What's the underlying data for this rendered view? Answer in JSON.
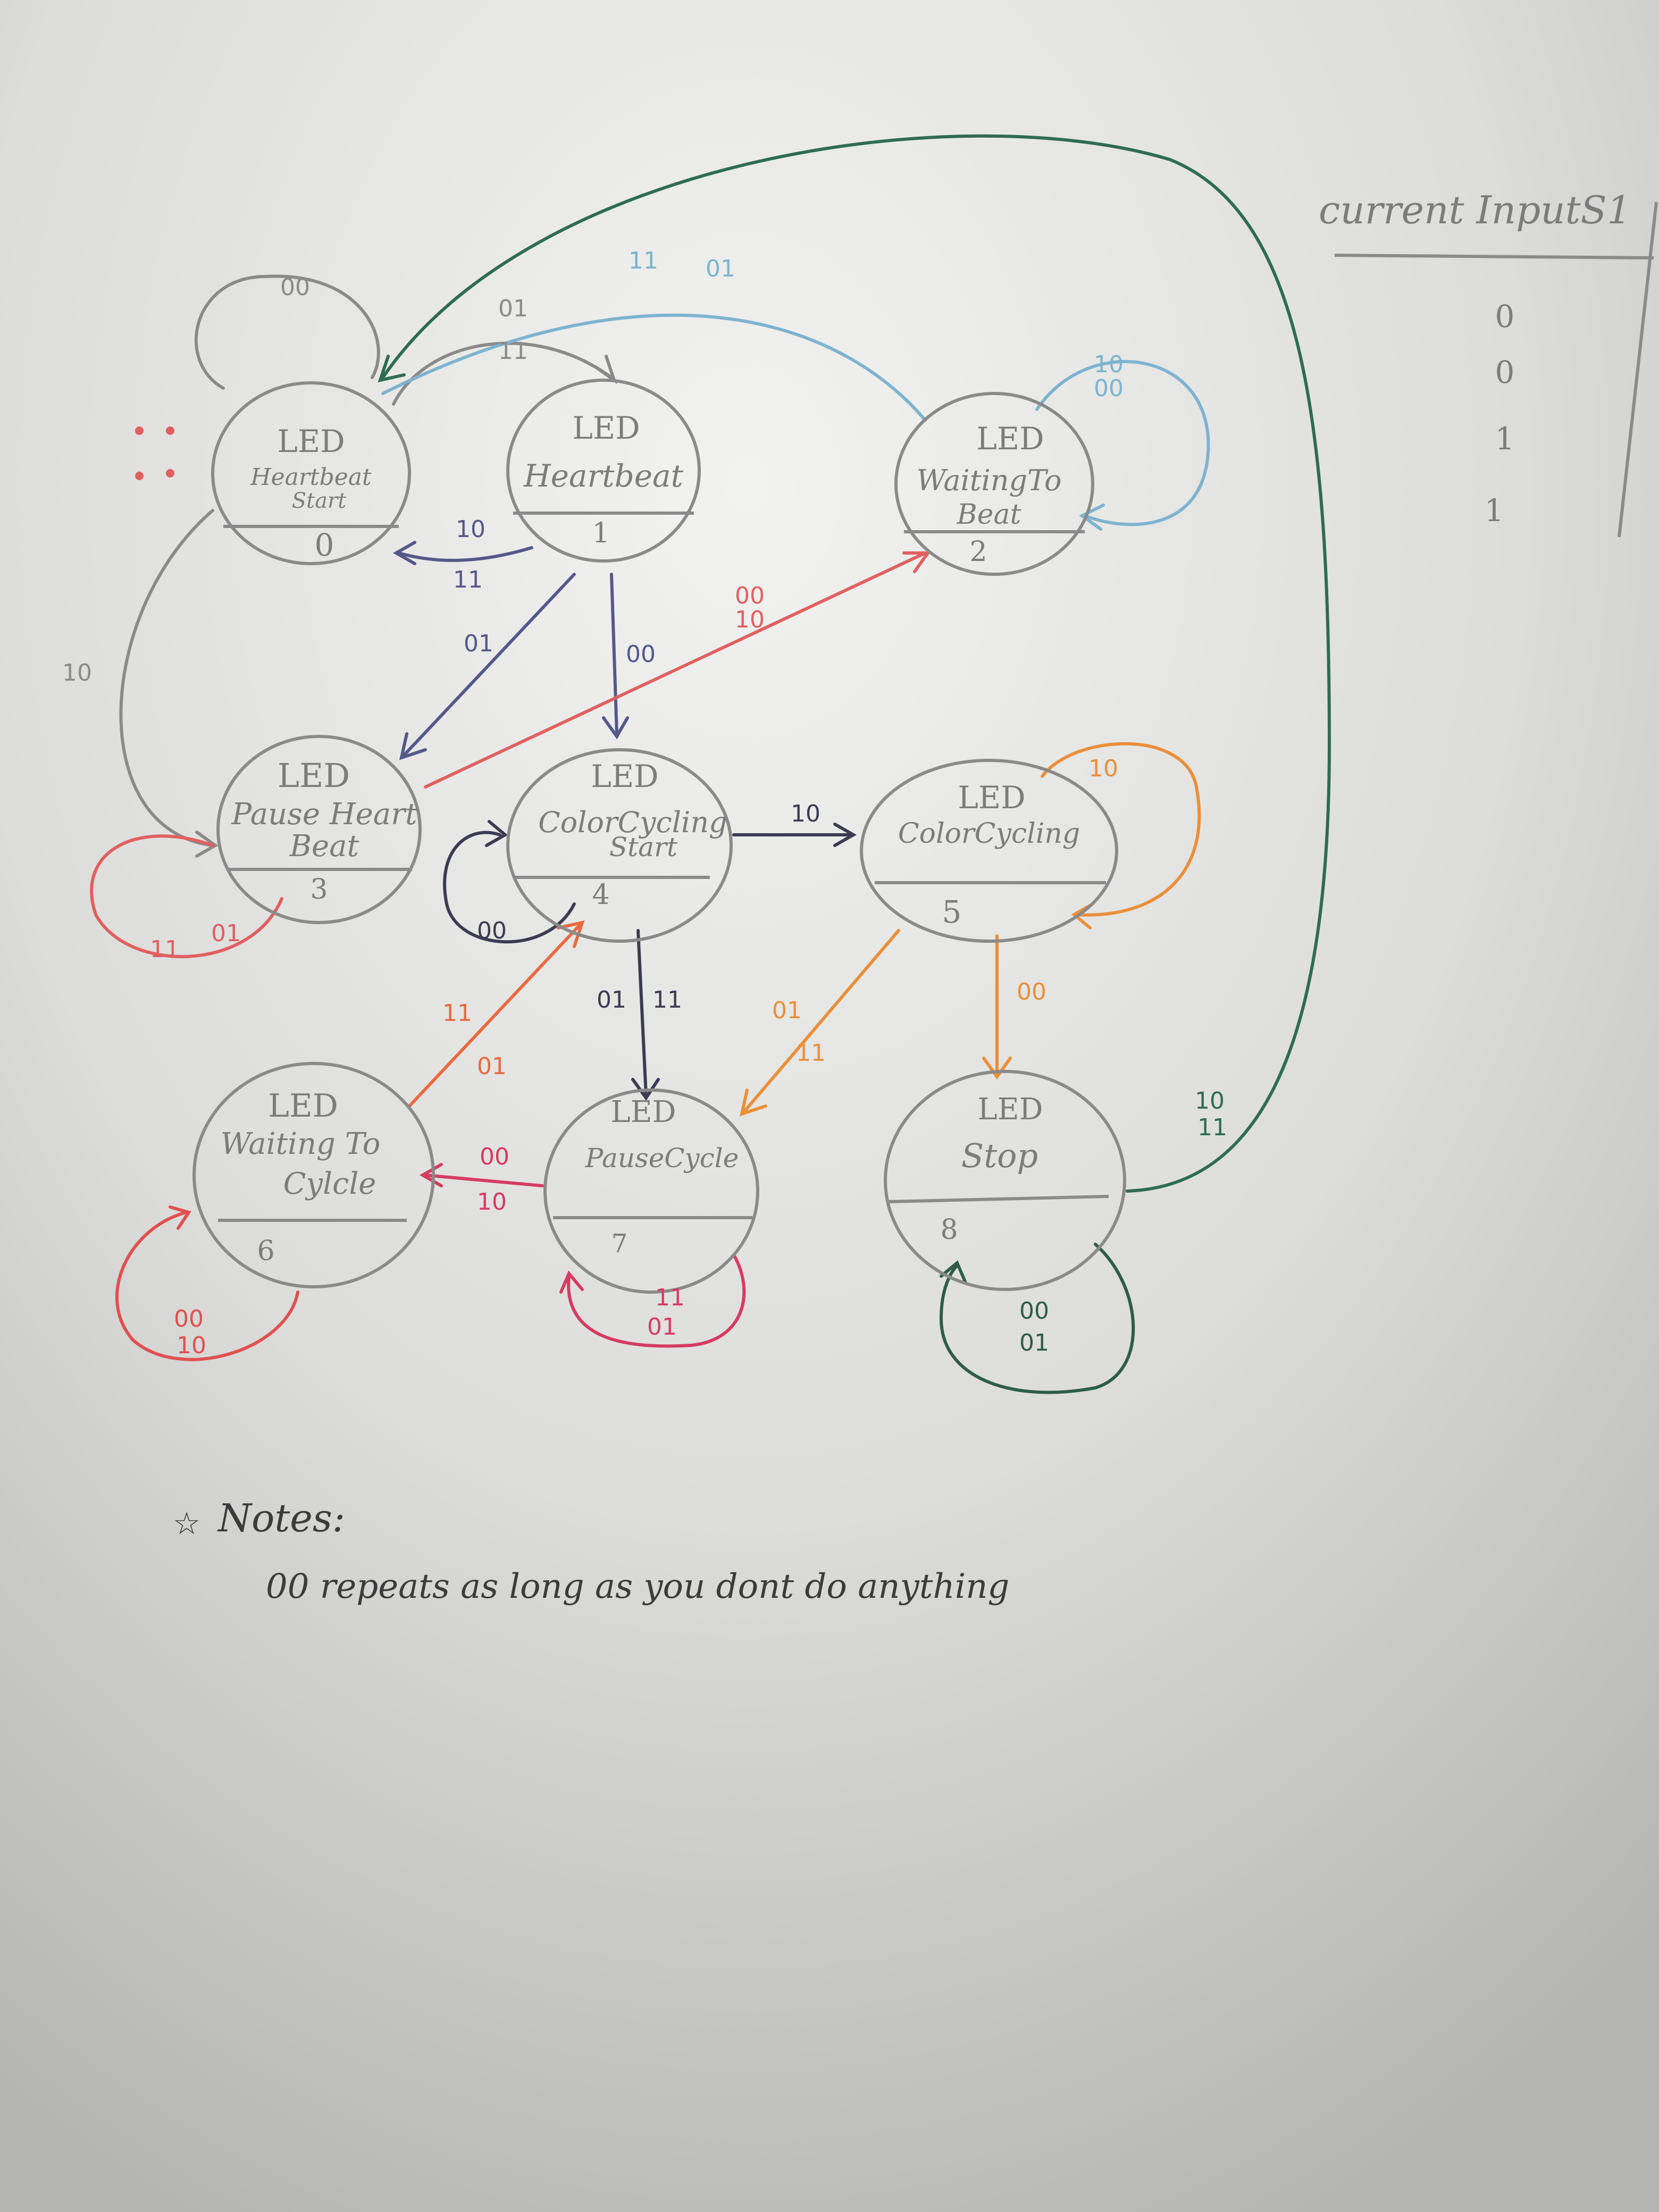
{
  "states": [
    {
      "id": "s0",
      "name_line1": "LED",
      "name_line2": "Heartbeat",
      "name_line3": "Start",
      "number": "0"
    },
    {
      "id": "s1",
      "name_line1": "LED",
      "name_line2": "Heartbeat",
      "name_line3": "",
      "number": "1"
    },
    {
      "id": "s2",
      "name_line1": "LED",
      "name_line2": "WaitingTo",
      "name_line3": "Beat",
      "number": "2"
    },
    {
      "id": "s3",
      "name_line1": "LED",
      "name_line2": "Pause Heart",
      "name_line3": "Beat",
      "number": "3"
    },
    {
      "id": "s4",
      "name_line1": "LED",
      "name_line2": "ColorCycling",
      "name_line3": "Start",
      "number": "4"
    },
    {
      "id": "s5",
      "name_line1": "LED",
      "name_line2": "ColorCycling",
      "name_line3": "",
      "number": "5"
    },
    {
      "id": "s6",
      "name_line1": "LED",
      "name_line2": "Waiting To",
      "name_line3": "Cylcle",
      "number": "6"
    },
    {
      "id": "s7",
      "name_line1": "LED",
      "name_line2": "PauseCycle",
      "name_line3": "",
      "number": "7"
    },
    {
      "id": "s8",
      "name_line1": "LED",
      "name_line2": "Stop",
      "name_line3": "",
      "number": "8"
    }
  ],
  "transitions": [
    {
      "from": "s0",
      "to": "s0",
      "labels": [
        "00"
      ],
      "color": "#8a8a8a"
    },
    {
      "from": "s0",
      "to": "s1",
      "labels": [
        "01",
        "11"
      ],
      "color": "#8a8a8a"
    },
    {
      "from": "s1",
      "to": "s0",
      "labels": [
        "10",
        "11"
      ],
      "color": "#55588a"
    },
    {
      "from": "s0",
      "to": "s3",
      "labels": [
        "10"
      ],
      "color": "#8a8a8a"
    },
    {
      "from": "s1",
      "to": "s3",
      "labels": [
        "01"
      ],
      "color": "#55588a"
    },
    {
      "from": "s1",
      "to": "s4",
      "labels": [
        "00"
      ],
      "color": "#55588a"
    },
    {
      "from": "s2",
      "to": "s0",
      "labels": [
        "11",
        "01"
      ],
      "color": "#7eb3cf"
    },
    {
      "from": "s2",
      "to": "s2",
      "labels": [
        "10",
        "00"
      ],
      "color": "#7eb3cf"
    },
    {
      "from": "s3",
      "to": "s2",
      "labels": [
        "00",
        "10"
      ],
      "color": "#e06060"
    },
    {
      "from": "s3",
      "to": "s3",
      "labels": [
        "11",
        "01"
      ],
      "color": "#e06060"
    },
    {
      "from": "s4",
      "to": "s4",
      "labels": [
        "00"
      ],
      "color": "#3b3b52"
    },
    {
      "from": "s4",
      "to": "s5",
      "labels": [
        "10"
      ],
      "color": "#3b3b52"
    },
    {
      "from": "s4",
      "to": "s7",
      "labels": [
        "01",
        "11"
      ],
      "color": "#3b3b52"
    },
    {
      "from": "s5",
      "to": "s5",
      "labels": [
        "10"
      ],
      "color": "#ea8f3a"
    },
    {
      "from": "s5",
      "to": "s7",
      "labels": [
        "01",
        "11"
      ],
      "color": "#ea8f3a"
    },
    {
      "from": "s5",
      "to": "s8",
      "labels": [
        "00"
      ],
      "color": "#ea8f3a"
    },
    {
      "from": "s6",
      "to": "s4",
      "labels": [
        "11",
        "01"
      ],
      "color": "#ea6a40"
    },
    {
      "from": "s6",
      "to": "s6",
      "labels": [
        "00",
        "10"
      ],
      "color": "#e05050"
    },
    {
      "from": "s7",
      "to": "s6",
      "labels": [
        "00",
        "10"
      ],
      "color": "#d63b62"
    },
    {
      "from": "s7",
      "to": "s7",
      "labels": [
        "11",
        "01"
      ],
      "color": "#d63b62"
    },
    {
      "from": "s8",
      "to": "s8",
      "labels": [
        "00",
        "01"
      ],
      "color": "#2f5c4a"
    },
    {
      "from": "s8",
      "to": "s0",
      "labels": [
        "10",
        "11"
      ],
      "color": "#2f6b55"
    }
  ],
  "table": {
    "header": "current InputS1",
    "values": [
      "0",
      "0",
      "1",
      "1"
    ]
  },
  "notes": {
    "heading": "Notes:",
    "line": "00 repeats as long as you dont do anything"
  },
  "colors": {
    "paper": "#e4e4e2",
    "ink_gray": "#8a8a8a",
    "ink_navy": "#3b3b52"
  }
}
